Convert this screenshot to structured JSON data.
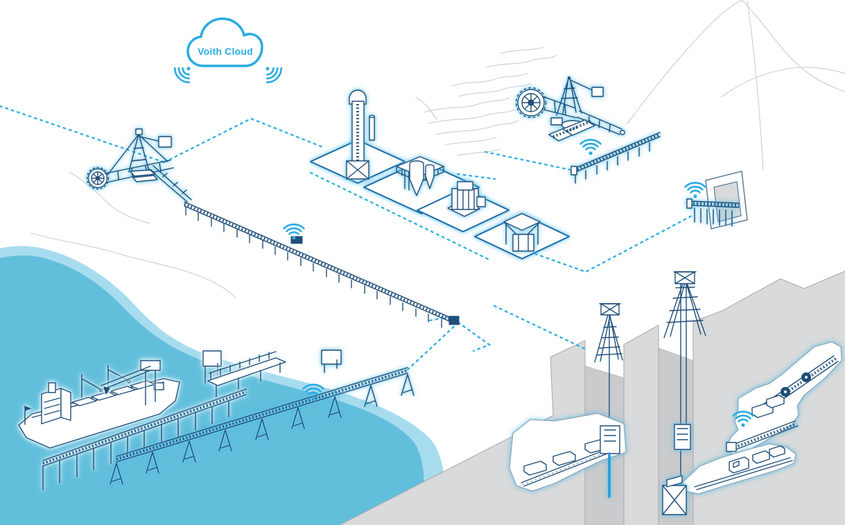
{
  "diagram_type": "isometric-connected-mining-operation",
  "cloud": {
    "label": "Voith Cloud"
  },
  "colors": {
    "accent_cyan": "#29abe2",
    "dotted_line_cyan": "#33b1e4",
    "line_blue": "#1f4e78",
    "tile_edge_blue": "#1a6aa5",
    "glow_cyan": "#8ed5f2",
    "water_deep": "#62bfdc",
    "water_shallow": "#a7dcee",
    "rock_gray": "#d9dadb",
    "shaft_gray": "#c9cbcd",
    "sketch_gray": "#c9ced3"
  },
  "wifi_hotspot_count": 7,
  "nodes": [
    {
      "id": "voith-cloud",
      "label": "Voith Cloud",
      "type": "cloud-service",
      "wifi": true
    },
    {
      "id": "stacker-reclaimer",
      "type": "machine",
      "wifi": false
    },
    {
      "id": "overland-conveyor",
      "type": "conveyor",
      "wifi": true
    },
    {
      "id": "processing-plant",
      "type": "plant",
      "equipment": [
        "bucket-elevator",
        "cyclone-classifier",
        "crusher",
        "hopper-feeder"
      ]
    },
    {
      "id": "bucket-wheel-excavator",
      "type": "machine",
      "wifi": false
    },
    {
      "id": "mine-face-conveyor",
      "type": "conveyor",
      "wifi": true
    },
    {
      "id": "mine-portal-conveyor",
      "type": "conveyor",
      "wifi": true
    },
    {
      "id": "approach-conveyor",
      "type": "conveyor",
      "wifi": true
    },
    {
      "id": "export-terminal",
      "type": "port",
      "equipment": [
        "bulk-carrier-ship",
        "ship-loader",
        "pier-conveyor",
        "deck-cranes"
      ]
    },
    {
      "id": "headframe-west",
      "type": "mine-shaft",
      "wifi": false
    },
    {
      "id": "headframe-east",
      "type": "mine-shaft",
      "wifi": false
    },
    {
      "id": "underground-conveyor-drift",
      "type": "tunnel",
      "wifi": true
    },
    {
      "id": "underground-rail-drift",
      "type": "tunnel",
      "wifi": false
    },
    {
      "id": "underground-train-drift",
      "type": "tunnel",
      "wifi": false
    }
  ]
}
